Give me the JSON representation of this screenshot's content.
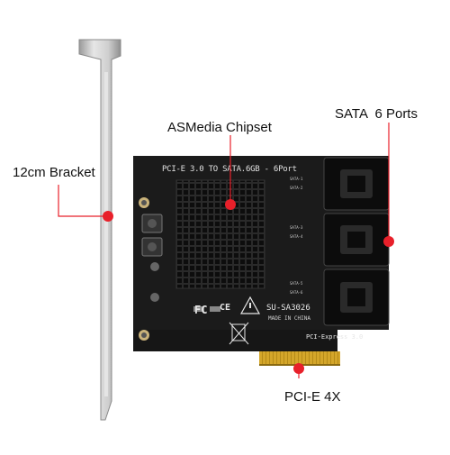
{
  "callouts": {
    "chipset": "ASMedia Chipset",
    "sata_ports": "SATA  6 Ports",
    "bracket": "12cm Bracket",
    "pcie": "PCI-E 4X"
  },
  "board": {
    "title": "PCI-E 3.0 TO SATA.6GB - 6Port",
    "model": "SU-SA3026",
    "origin": "MADE IN CHINA",
    "interface": "PCI-Express 3.0",
    "port_labels": [
      "SATA-1",
      "SATA-2",
      "SATA-3",
      "SATA-4",
      "SATA-5",
      "SATA-6"
    ]
  },
  "colors": {
    "marker": "#e8202a",
    "pcb": "#161616",
    "bracket": "#c9c9c9",
    "gold": "#d4a62a"
  },
  "icons": [
    "fc-mark",
    "ce-mark",
    "esd-warning",
    "weee-bin"
  ]
}
